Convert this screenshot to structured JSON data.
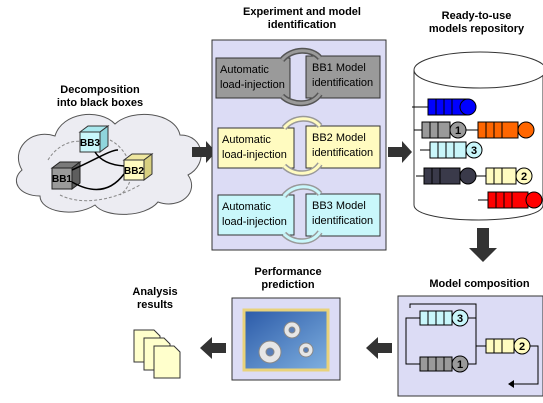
{
  "decomposition": {
    "title_line1": "Decomposition",
    "title_line2": "into black boxes",
    "boxes": [
      "BB3",
      "BB1",
      "BB2"
    ]
  },
  "experiment": {
    "title_line1": "Experiment and model",
    "title_line2": "identification",
    "rows": [
      {
        "load_line1": "Automatic",
        "load_line2": "load-injection",
        "model_line1": "BB1 Model",
        "model_line2": "identification",
        "color": "#9a9a9a"
      },
      {
        "load_line1": "Automatic",
        "load_line2": "load-injection",
        "model_line1": "BB2 Model",
        "model_line2": "identification",
        "color": "#fffbc0"
      },
      {
        "load_line1": "Automatic",
        "load_line2": "load-injection",
        "model_line1": "BB3 Model",
        "model_line2": "identification",
        "color": "#c9f7fb"
      }
    ]
  },
  "repository": {
    "title_line1": "Ready-to-use",
    "title_line2": "models repository",
    "queue_labels": [
      "1",
      "3",
      "2"
    ]
  },
  "composition": {
    "title": "Model composition",
    "queue_labels": [
      "3",
      "2",
      "1"
    ]
  },
  "prediction": {
    "title_line1": "Performance",
    "title_line2": "prediction"
  },
  "analysis": {
    "title_line1": "Analysis",
    "title_line2": "results"
  },
  "colors": {
    "panel_fill": "#dcdcf5",
    "bb1": "#9a9a9a",
    "bb2": "#fffbc0",
    "bb3": "#c9f7fb",
    "blue_queue": "#0000ff",
    "orange_queue": "#ff6600",
    "red_queue": "#ff0000",
    "dark_queue": "#3a3a4a"
  }
}
